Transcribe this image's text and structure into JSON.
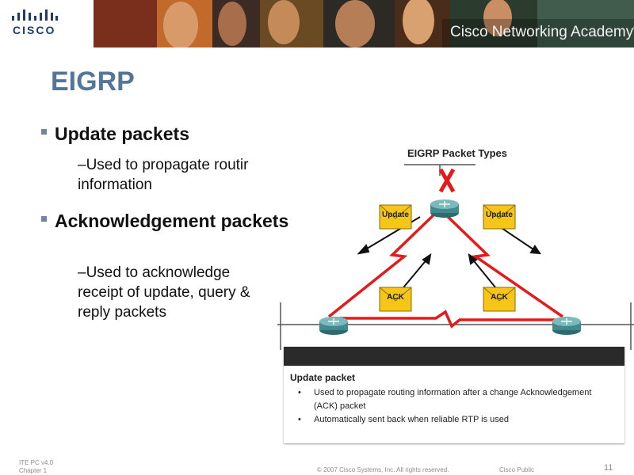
{
  "header": {
    "logo_text": "CISCO",
    "academy_text": "Cisco Networking Academy",
    "trademark": "®"
  },
  "title": "EIGRP",
  "bullets": [
    {
      "label": "Update packets",
      "sub_line1": "–Used to propagate routir",
      "sub_line2": "information"
    },
    {
      "label": "Acknowledgement packets",
      "sub": "–Used to acknowledge\nreceipt of update, query &\nreply packets"
    }
  ],
  "diagram": {
    "title": "EIGRP Packet Types",
    "envelopes": [
      "Update",
      "Update",
      "ACK",
      "ACK"
    ],
    "info_box": {
      "heading": "Update packet",
      "items": [
        "Used to propagate routing information after a change Acknowledgement (ACK) packet",
        "Automatically sent back when reliable RTP is used"
      ]
    },
    "colors": {
      "link": "#e41b1b",
      "envelope": "#f5c518",
      "router": "#3f8a8e"
    }
  },
  "footer": {
    "course": "ITE PC v4.0",
    "chapter": "Chapter 1",
    "copyright": "© 2007 Cisco Systems, Inc. All rights reserved.",
    "classification": "Cisco Public",
    "page_number": "11"
  }
}
